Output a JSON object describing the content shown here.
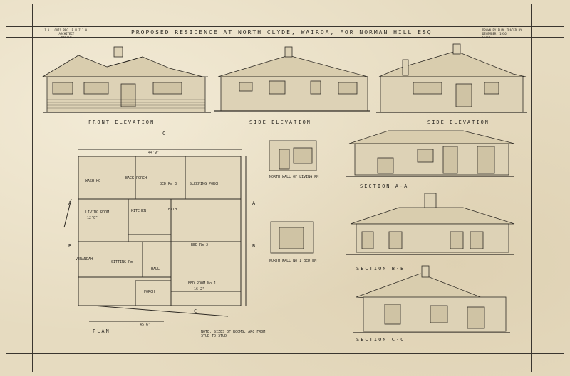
{
  "architect_block": {
    "line1": "J.A. LOUIS  REG. F.N.Z.I.A.",
    "line2": "ARCHITECT",
    "line3": "NAPIER"
  },
  "title": "PROPOSED  RESIDENCE  AT  NORTH  CLYDE,  WAIROA,  FOR  NORMAN  HILL  ESQ",
  "drawn_block": {
    "line1": "DRAWN BY PLMC   TRACED BY",
    "line2": "DECEMBER, 1936",
    "line3": "SCALE:"
  },
  "elevations": {
    "front": "FRONT  ELEVATION",
    "side1": "SIDE  ELEVATION",
    "side2": "SIDE  ELEVATION"
  },
  "plan": {
    "label": "PLAN",
    "rooms": [
      "LIVING ROOM",
      "KITCHEN",
      "BED Rm 3",
      "BED Rm 2",
      "SLEEPING PORCH",
      "BACK PORCH",
      "SITTING Rm",
      "HALL",
      "PORCH",
      "BED ROOM No 1",
      "WASH HO",
      "BATH",
      "VERANDAH"
    ],
    "dims": [
      "44'9\"",
      "45'6\"",
      "16'2\"",
      "12'0\""
    ],
    "markers": [
      "A",
      "A",
      "B",
      "B",
      "C",
      "C"
    ],
    "note": "NOTE: SIZES OF ROOMS, ARC FROM STUD TO STUD"
  },
  "walls": {
    "north_living": "NORTH WALL OF LIVING RM",
    "north_bed": "NORTH WALL No 1 BED RM"
  },
  "sections": {
    "a": "SECTION A-A",
    "b": "SECTION B-B",
    "c": "SECTION C-C"
  }
}
